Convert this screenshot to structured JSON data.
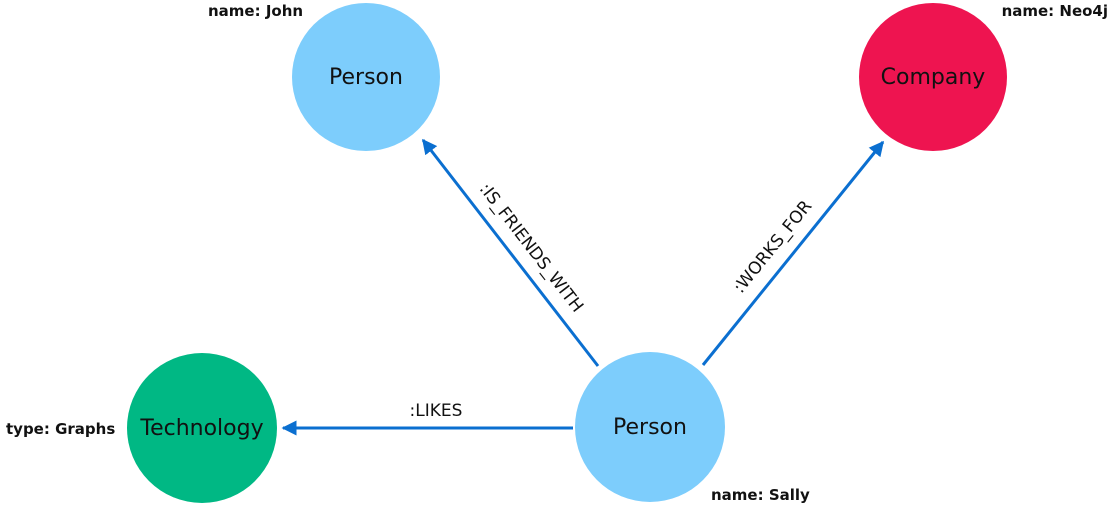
{
  "colors": {
    "person": "#7dcdfc",
    "company": "#ee1450",
    "technology": "#00b884",
    "edge": "#0b6fd0",
    "text": "#111111"
  },
  "nodes": {
    "john": {
      "label": "Person",
      "property": "name: John"
    },
    "neo4j": {
      "label": "Company",
      "property": "name: Neo4j"
    },
    "tech": {
      "label": "Technology",
      "property": "type: Graphs"
    },
    "sally": {
      "label": "Person",
      "property": "name: Sally"
    }
  },
  "edges": {
    "friends": {
      "label": ":IS_FRIENDS_WITH"
    },
    "works": {
      "label": ":WORKS_FOR"
    },
    "likes": {
      "label": ":LIKES"
    }
  }
}
